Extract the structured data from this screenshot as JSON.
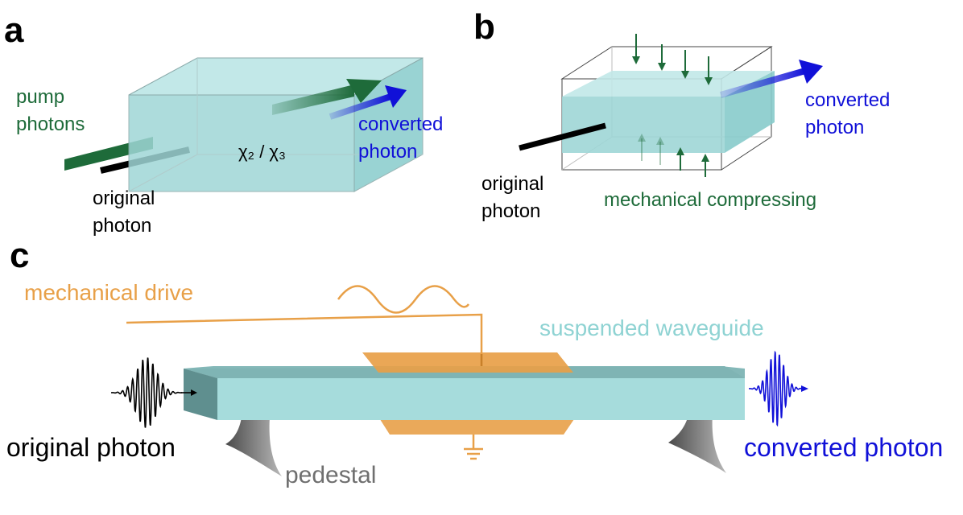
{
  "panels": {
    "a": {
      "letter": "a",
      "pump_line1": "pump",
      "pump_line2": "photons",
      "converted_line1": "converted",
      "converted_line2": "photon",
      "original_line1": "original",
      "original_line2": "photon",
      "medium_label": "χ₂ / χ₃"
    },
    "b": {
      "letter": "b",
      "converted_line1": "converted",
      "converted_line2": "photon",
      "original_line1": "original",
      "original_line2": "photon",
      "compress_label": "mechanical compressing"
    },
    "c": {
      "letter": "c",
      "drive_label": "mechanical drive",
      "waveguide_label": "suspended waveguide",
      "original_label": "original photon",
      "converted_label": "converted photon",
      "pedestal_label": "pedestal"
    }
  },
  "colors": {
    "pump_green": "#1e6b3a",
    "converted_blue": "#1010d8",
    "original_black": "#000000",
    "crystal_teal": "#9fd6d6",
    "waveguide_teal": "#a6dcdc",
    "drive_orange": "#e8a048",
    "pedestal_gray": "#6f6f6f",
    "waveguide_label_teal": "#8fd3d3"
  },
  "icons": [
    "arrow-icon",
    "wave-packet-icon",
    "ground-icon",
    "sine-wave-icon"
  ]
}
